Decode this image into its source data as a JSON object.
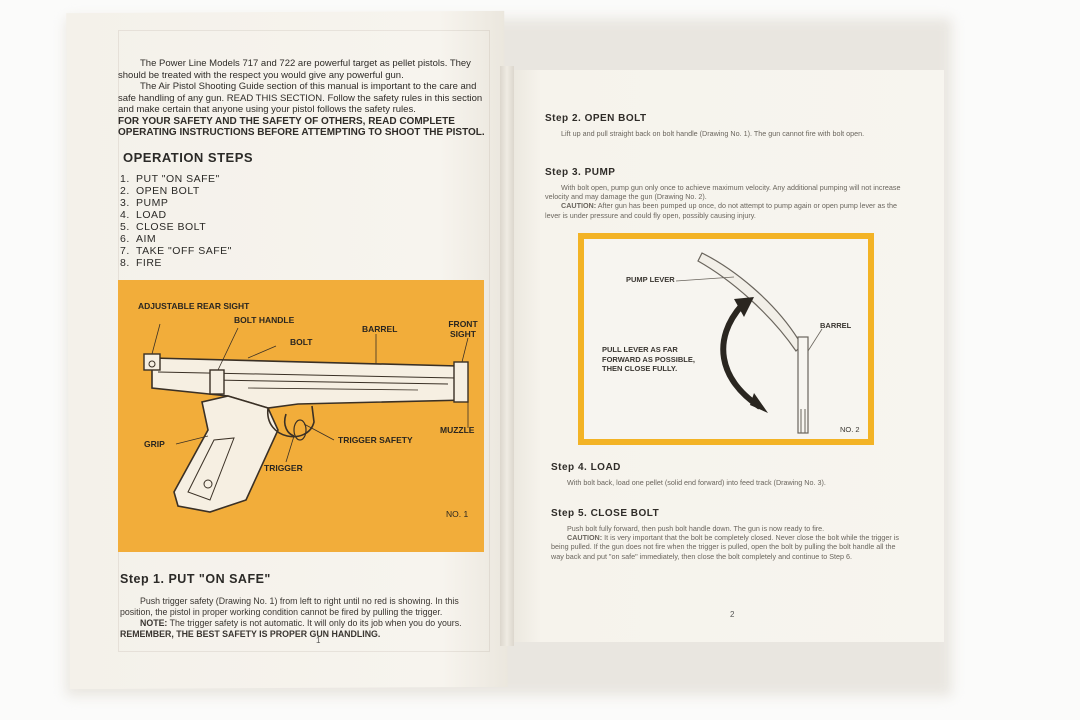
{
  "left_page": {
    "intro_p1": "The Power Line Models 717 and 722 are powerful target as pellet pistols. They should be treated with the respect you would give any powerful gun.",
    "intro_p2": "The Air Pistol Shooting Guide section of this manual is important to the care and safe handling of any gun. READ THIS SECTION. Follow the safety rules in this section and make certain that anyone using your pistol follows the safety rules.",
    "intro_bold": "FOR YOUR SAFETY AND THE SAFETY OF OTHERS, READ COMPLETE OPERATING INSTRUCTIONS BEFORE ATTEMPTING TO SHOOT THE PISTOL.",
    "operation_title": "OPERATION STEPS",
    "steps": [
      {
        "num": "1.",
        "label": "PUT \"ON SAFE\""
      },
      {
        "num": "2.",
        "label": "OPEN BOLT"
      },
      {
        "num": "3.",
        "label": "PUMP"
      },
      {
        "num": "4.",
        "label": "LOAD"
      },
      {
        "num": "5.",
        "label": "CLOSE BOLT"
      },
      {
        "num": "6.",
        "label": "AIM"
      },
      {
        "num": "7.",
        "label": "TAKE \"OFF SAFE\""
      },
      {
        "num": "8.",
        "label": "FIRE"
      }
    ],
    "drawing1": {
      "labels": {
        "rear_sight": "ADJUSTABLE REAR SIGHT",
        "bolt_handle": "BOLT HANDLE",
        "bolt": "BOLT",
        "barrel": "BARREL",
        "front_sight": "FRONT SIGHT",
        "grip": "GRIP",
        "trigger_safety": "TRIGGER SAFETY",
        "muzzle": "MUZZLE",
        "trigger": "TRIGGER"
      },
      "caption": "NO. 1"
    },
    "step1": {
      "title": "Step 1.   PUT \"ON SAFE\"",
      "text": "Push trigger safety (Drawing No. 1) from left to right until no red is showing. In this position, the pistol in proper working condition cannot be fired by pulling the trigger.",
      "note_label": "NOTE:",
      "note_text": " The trigger safety is not automatic. It will only do its job when you do yours.",
      "remember": "REMEMBER, THE BEST SAFETY IS PROPER GUN HANDLING."
    },
    "page_number": "1"
  },
  "right_page": {
    "step2": {
      "title": "Step 2.   OPEN BOLT",
      "text": "Lift up and pull straight back on bolt handle (Drawing No. 1). The gun cannot fire with bolt open."
    },
    "step3": {
      "title": "Step 3.   PUMP",
      "text": "With bolt open, pump gun only once to achieve maximum velocity. Any additional pumping will not increase velocity and may damage the gun (Drawing No. 2).",
      "caution_label": "CAUTION:",
      "caution_text": " After gun has been pumped up once, do not attempt to pump again or open pump lever as the lever is under pressure and could fly open, possibly causing injury."
    },
    "drawing2": {
      "pump_lever": "PUMP LEVER",
      "barrel": "BARREL",
      "instruction": "PULL LEVER AS FAR FORWARD AS POSSIBLE, THEN CLOSE FULLY.",
      "caption": "NO. 2"
    },
    "step4": {
      "title": "Step 4.   LOAD",
      "text": "With bolt back, load one pellet (solid end forward) into feed track (Drawing No. 3)."
    },
    "step5": {
      "title": "Step 5.   CLOSE BOLT",
      "text": "Push bolt fully forward, then push bolt handle down. The gun is now ready to fire.",
      "caution_label": "CAUTION:",
      "caution_text": " It is very important that the bolt be completely closed. Never close the bolt while the trigger is being pulled. If the gun does not fire when the trigger is pulled, open the bolt by pulling the bolt handle all the way back and put \"on safe\" immediately, then close the bolt completely and continue to Step 6."
    },
    "page_number": "2"
  },
  "colors": {
    "drawing1_bg": "#f2ad3a",
    "drawing2_border": "#f3b325",
    "paper": "#f6f3ec"
  }
}
